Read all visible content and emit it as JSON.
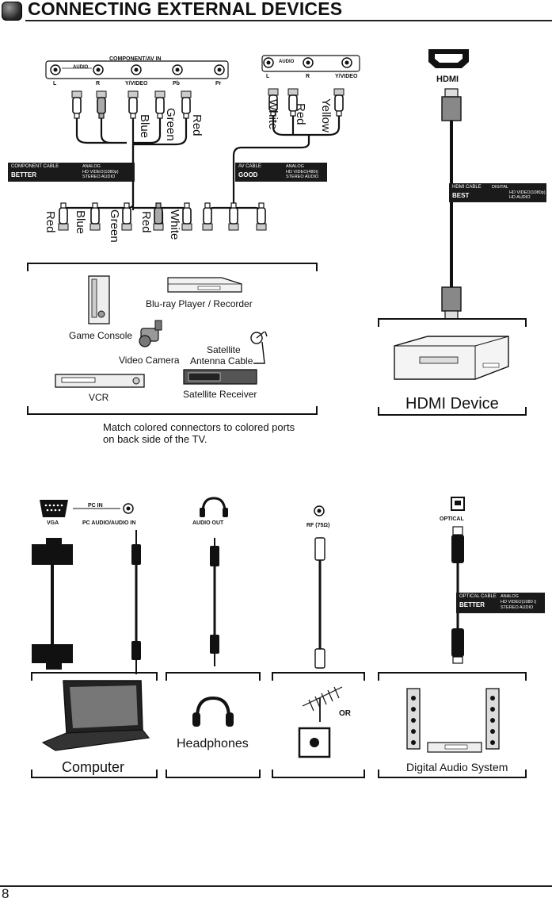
{
  "page": {
    "title": "CONNECTING EXTERNAL DEVICES",
    "page_number": "8"
  },
  "ports_top": {
    "component_group": "COMPONENT/AV IN",
    "audio_tag_left": "AUDIO",
    "component_ports": [
      "L",
      "R",
      "Y/VIDEO",
      "Pb",
      "Pr"
    ],
    "audio_tag_right": "AUDIO",
    "av_ports": [
      "L",
      "R",
      "Y/VIDEO"
    ],
    "hdmi": "HDMI"
  },
  "wire_colors_top": {
    "component": [
      "Blue",
      "Green",
      "Red"
    ],
    "av": [
      "White",
      "Red",
      "Yellow"
    ],
    "bottom": [
      "Red",
      "Blue",
      "Green",
      "Red",
      "White"
    ]
  },
  "cables": {
    "component": {
      "name": "COMPONENT CABLE",
      "quality": "BETTER",
      "desc": [
        "ANALOG",
        "HD VIDEO(1080p)",
        "STEREO AUDIO"
      ]
    },
    "av": {
      "name": "AV CABLE",
      "quality": "GOOD",
      "desc": [
        "ANALOG",
        "HD VIDEO(480i)",
        "STEREO AUDIO"
      ]
    },
    "hdmi": {
      "name": "HDMI CABLE",
      "quality": "BEST",
      "type": "DIGITAL",
      "desc": [
        "HD VIDEO(1080p)",
        "HD AUDIO"
      ]
    },
    "optical": {
      "name": "OPTICAL CABLE",
      "quality": "BETTER",
      "desc": [
        "ANALOG",
        "HD VIDEO(1080 i)",
        "STEREO AUDIO"
      ]
    }
  },
  "devices_top": {
    "blu_ray": "Blu-ray Player / Recorder",
    "game_console": "Game Console",
    "video_camera": "Video Camera",
    "satellite_antenna": [
      "Satellite",
      "Antenna Cable"
    ],
    "vcr": "VCR",
    "satellite_receiver": "Satellite Receiver",
    "hdmi_device": "HDMI Device"
  },
  "note": [
    "Match colored connectors to colored ports",
    "on back side of the TV."
  ],
  "ports_bottom": {
    "pc_in": "PC IN",
    "vga": "VGA",
    "pc_audio": "PC AUDIO/AUDIO IN",
    "audio_out": "AUDIO OUT",
    "rf": "RF (75Ω)",
    "optical": "OPTICAL"
  },
  "devices_bottom": {
    "computer": "Computer",
    "headphones": "Headphones",
    "or": "OR",
    "digital_audio": "Digital Audio System"
  },
  "colors": {
    "ink": "#111111",
    "plug_grey": "#9a9a9a",
    "box_fill": "#1a1a1a"
  }
}
